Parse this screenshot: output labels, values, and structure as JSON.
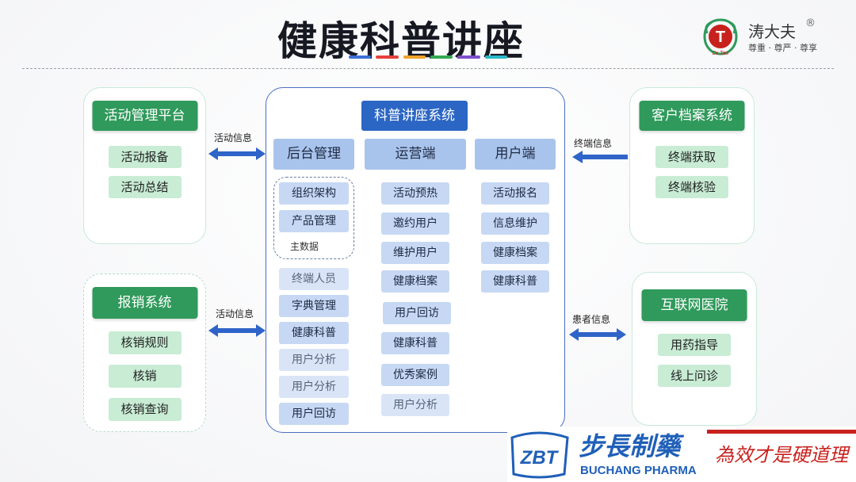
{
  "title": "健康科普讲座",
  "title_underline_colors": [
    "#3b6fd6",
    "#e6403a",
    "#f2a12c",
    "#35a853",
    "#7c4fc9",
    "#2ab7c9"
  ],
  "logo": {
    "name": "涛大夫",
    "reg": "®",
    "slogan": "尊重 · 尊严 · 尊享",
    "mark_letter": "T",
    "mark_sub": "Dr.Tao"
  },
  "left_top_panel": {
    "title": "活动管理平台",
    "items": [
      "活动报备",
      "活动总结"
    ]
  },
  "left_bottom_panel": {
    "title": "报销系统",
    "items": [
      "核销规则",
      "核销",
      "核销查询"
    ]
  },
  "right_top_panel": {
    "title": "客户档案系统",
    "items": [
      "终端获取",
      "终端核验"
    ]
  },
  "right_bottom_panel": {
    "title": "互联网医院",
    "items": [
      "用药指导",
      "线上问诊"
    ]
  },
  "arrows": {
    "left_top": "活动信息",
    "left_bottom": "活动信息",
    "right_top": "终端信息",
    "right_bottom": "患者信息"
  },
  "system": {
    "title": "科普讲座系统",
    "columns": [
      {
        "head": "后台管理",
        "master_items": [
          "组织架构",
          "产品管理"
        ],
        "master_label": "主数据",
        "items": [
          "终端人员",
          "字典管理",
          "健康科普",
          "用户分析",
          "用户分析",
          "用户回访"
        ]
      },
      {
        "head": "运营端",
        "items": [
          "活动预热",
          "邀约用户",
          "维护用户",
          "健康档案",
          "用户回访",
          "健康科普",
          "优秀案例",
          "用户分析"
        ]
      },
      {
        "head": "用户端",
        "items": [
          "活动报名",
          "信息维护",
          "健康档案",
          "健康科普"
        ]
      }
    ]
  },
  "brand": {
    "mark": "ZBT",
    "name_cn": "步長制藥",
    "name_en": "BUCHANG PHARMA",
    "calligraphy": "為效才是硬道理"
  },
  "colors": {
    "panel_green": "#2f9a5b",
    "item_green": "#c8ecd4",
    "system_blue": "#2c66c4",
    "header_blue": "#a9c4ec",
    "cell_blue": "#c6d8f3",
    "arrow_blue": "#2f64c8",
    "brand_blue": "#1f5fb8",
    "brand_red": "#c8211d"
  }
}
